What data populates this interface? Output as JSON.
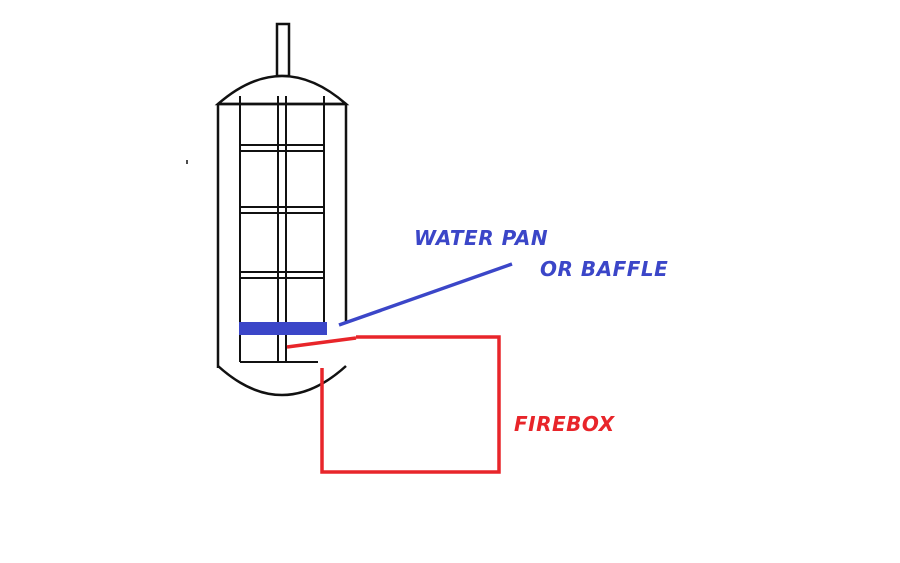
{
  "labels": {
    "water_pan_line1": "WATER PAN",
    "water_pan_line2": "OR BAFFLE",
    "firebox": "FIREBOX"
  },
  "colors": {
    "outline": "#111111",
    "water_pan": "#3b46c8",
    "firebox": "#e8252a"
  }
}
